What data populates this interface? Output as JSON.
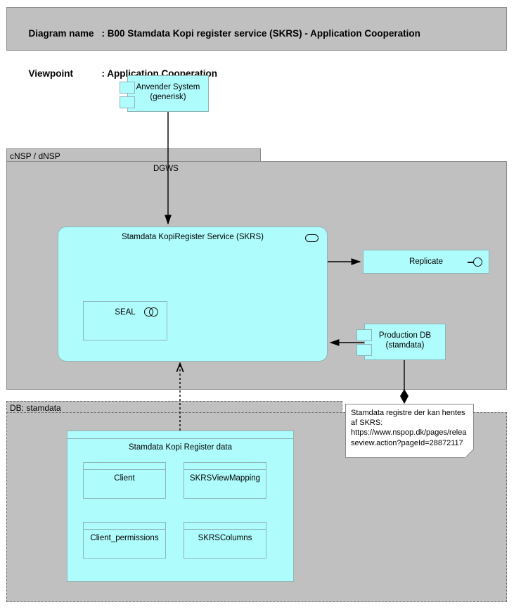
{
  "header": {
    "diagram_name_label": "Diagram name",
    "diagram_name_value": ": B00 Stamdata Kopi register service (SKRS) - Application Cooperation",
    "viewpoint_label": "Viewpoint",
    "viewpoint_value": ": Application Cooperation"
  },
  "groups": {
    "cnsp": {
      "label": "cNSP / dNSP"
    },
    "db": {
      "label": "DB: stamdata"
    }
  },
  "nodes": {
    "anvender_system": {
      "label": "Anvender System\n(generisk)",
      "icon": "uml-component-icon"
    },
    "skrs_service": {
      "label": "Stamdata KopiRegister Service (SKRS)",
      "icon": "application-component-icon"
    },
    "seal": {
      "label": "SEAL",
      "icon": "collaboration-icon"
    },
    "replicate": {
      "label": "Replicate",
      "icon": "interface-lollipop-icon"
    },
    "production_db": {
      "label": "Production DB\n(stamdata)",
      "icon": "uml-component-icon"
    },
    "skr_data": {
      "label": "Stamdata Kopi Register data"
    },
    "client": {
      "label": "Client"
    },
    "skrsviewmapping": {
      "label": "SKRSViewMapping"
    },
    "client_permissions": {
      "label": "Client_permissions"
    },
    "skrscolumns": {
      "label": "SKRSColumns"
    }
  },
  "edges": {
    "dgws_label": "DGWS"
  },
  "note": {
    "text": "Stamdata registre der kan hentes af SKRS: https://www.nspop.dk/pages/releaseview.action?pageId=28872117"
  },
  "colors": {
    "node_fill": "#AFFCFD",
    "node_border": "#8FB5B8",
    "group_fill": "#C0C0C0",
    "group_border": "#8A8A8A",
    "note_fill": "#FFFFFF",
    "line": "#000000"
  }
}
